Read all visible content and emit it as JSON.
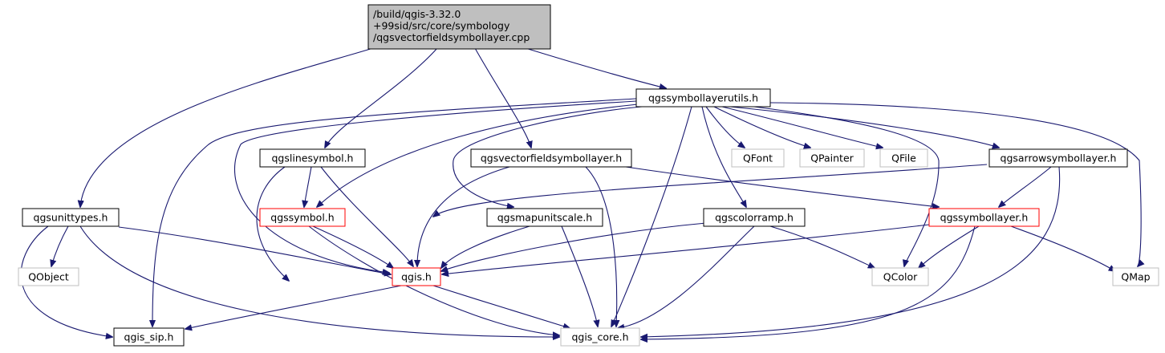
{
  "colors": {
    "edge": "#191970",
    "root_fill": "#bfbfbf",
    "documented_border": "#000000",
    "undocumented_border": "#ff0000",
    "external_border": "#bfbfbf",
    "external_text": "#000000"
  },
  "nodes": [
    {
      "id": "root",
      "lines": [
        "/build/qgis-3.32.0",
        "+99sid/src/core/symbology",
        "/qgsvectorfieldsymbollayer.cpp"
      ],
      "kind": "root"
    },
    {
      "id": "symbollayerutils",
      "lines": [
        "qgssymbollayerutils.h"
      ],
      "kind": "documented"
    },
    {
      "id": "linesymbol",
      "lines": [
        "qgslinesymbol.h"
      ],
      "kind": "documented"
    },
    {
      "id": "vectorfieldsymbollayer_h",
      "lines": [
        "qgsvectorfieldsymbollayer.h"
      ],
      "kind": "documented"
    },
    {
      "id": "qfont",
      "lines": [
        "QFont"
      ],
      "kind": "external"
    },
    {
      "id": "qpainter",
      "lines": [
        "QPainter"
      ],
      "kind": "external"
    },
    {
      "id": "qfile",
      "lines": [
        "QFile"
      ],
      "kind": "external"
    },
    {
      "id": "arrowsymbollayer",
      "lines": [
        "qgsarrowsymbollayer.h"
      ],
      "kind": "documented"
    },
    {
      "id": "unittypes",
      "lines": [
        "qgsunittypes.h"
      ],
      "kind": "documented"
    },
    {
      "id": "symbol",
      "lines": [
        "qgssymbol.h"
      ],
      "kind": "undocumented"
    },
    {
      "id": "mapunitscale",
      "lines": [
        "qgsmapunitscale.h"
      ],
      "kind": "documented"
    },
    {
      "id": "colorramp",
      "lines": [
        "qgscolorramp.h"
      ],
      "kind": "documented"
    },
    {
      "id": "symbollayer",
      "lines": [
        "qgssymbollayer.h"
      ],
      "kind": "undocumented"
    },
    {
      "id": "qobject",
      "lines": [
        "QObject"
      ],
      "kind": "external"
    },
    {
      "id": "qgis",
      "lines": [
        "qgis.h"
      ],
      "kind": "undocumented"
    },
    {
      "id": "qcolor",
      "lines": [
        "QColor"
      ],
      "kind": "external"
    },
    {
      "id": "qmap",
      "lines": [
        "QMap"
      ],
      "kind": "external"
    },
    {
      "id": "qgis_sip",
      "lines": [
        "qgis_sip.h"
      ],
      "kind": "documented"
    },
    {
      "id": "qgis_core",
      "lines": [
        "qgis_core.h"
      ],
      "kind": "external"
    }
  ],
  "edges": [
    {
      "from": "root",
      "to": "unittypes"
    },
    {
      "from": "root",
      "to": "linesymbol"
    },
    {
      "from": "root",
      "to": "vectorfieldsymbollayer_h"
    },
    {
      "from": "root",
      "to": "symbollayerutils"
    },
    {
      "from": "symbollayerutils",
      "to": "qgis_sip"
    },
    {
      "from": "symbollayerutils",
      "to": "qgis"
    },
    {
      "from": "symbollayerutils",
      "to": "symbol"
    },
    {
      "from": "symbollayerutils",
      "to": "mapunitscale"
    },
    {
      "from": "symbollayerutils",
      "to": "qgis_core"
    },
    {
      "from": "symbollayerutils",
      "to": "colorramp"
    },
    {
      "from": "symbollayerutils",
      "to": "qfont"
    },
    {
      "from": "symbollayerutils",
      "to": "qpainter"
    },
    {
      "from": "symbollayerutils",
      "to": "qfile"
    },
    {
      "from": "symbollayerutils",
      "to": "arrowsymbollayer"
    },
    {
      "from": "symbollayerutils",
      "to": "qcolor"
    },
    {
      "from": "symbollayerutils",
      "to": "qmap"
    },
    {
      "from": "linesymbol",
      "to": "symbol"
    },
    {
      "from": "linesymbol",
      "to": "qgis"
    },
    {
      "from": "linesymbol",
      "to": "qgis_core"
    },
    {
      "from": "vectorfieldsymbollayer_h",
      "to": "qgis"
    },
    {
      "from": "vectorfieldsymbollayer_h",
      "to": "qgis_core"
    },
    {
      "from": "vectorfieldsymbollayer_h",
      "to": "symbollayer"
    },
    {
      "from": "arrowsymbollayer",
      "to": "qgis"
    },
    {
      "from": "arrowsymbollayer",
      "to": "symbollayer"
    },
    {
      "from": "arrowsymbollayer",
      "to": "qgis_core"
    },
    {
      "from": "unittypes",
      "to": "qobject"
    },
    {
      "from": "unittypes",
      "to": "qgis"
    },
    {
      "from": "unittypes",
      "to": "qgis_sip"
    },
    {
      "from": "unittypes",
      "to": "qgis_core"
    },
    {
      "from": "symbol",
      "to": "qgis"
    },
    {
      "from": "symbol",
      "to": "qgis_core"
    },
    {
      "from": "mapunitscale",
      "to": "qgis"
    },
    {
      "from": "mapunitscale",
      "to": "qgis_core"
    },
    {
      "from": "colorramp",
      "to": "qgis"
    },
    {
      "from": "colorramp",
      "to": "qcolor"
    },
    {
      "from": "colorramp",
      "to": "qgis_core"
    },
    {
      "from": "symbollayer",
      "to": "qgis"
    },
    {
      "from": "symbollayer",
      "to": "qcolor"
    },
    {
      "from": "symbollayer",
      "to": "qmap"
    },
    {
      "from": "symbollayer",
      "to": "qgis_core"
    },
    {
      "from": "qgis",
      "to": "qgis_sip"
    },
    {
      "from": "qgis",
      "to": "qgis_core"
    }
  ]
}
